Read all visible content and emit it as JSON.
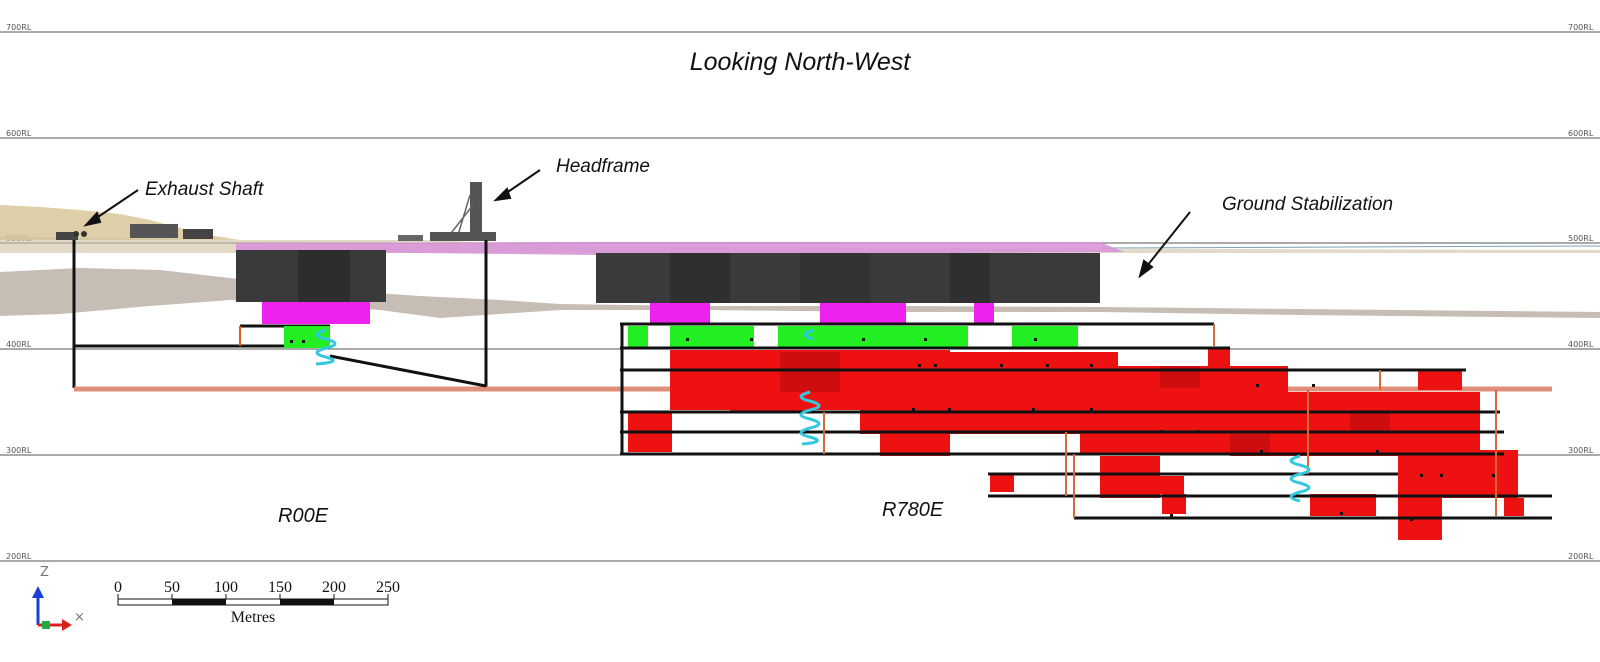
{
  "title": "Looking North-West",
  "rl_levels": [
    "700RL",
    "600RL",
    "500RL",
    "400RL",
    "300RL",
    "200RL"
  ],
  "callouts": {
    "exhaust_shaft": "Exhaust Shaft",
    "headframe": "Headframe",
    "ground_stabilization": "Ground Stabilization"
  },
  "sections": {
    "r00e": "R00E",
    "r780e": "R780E"
  },
  "scale_bar": {
    "ticks": [
      "0",
      "50",
      "100",
      "150",
      "200",
      "250"
    ],
    "unit": "Metres"
  },
  "axis_triad": {
    "z_label": "Z",
    "x_label": "×"
  },
  "colors": {
    "stopes_red": "#ee1111",
    "stopes_green": "#22ee22",
    "pillars_magenta": "#ee22ee",
    "ground_stabilization": "#d890d8",
    "crown_pillar_dark": "#3a3a3c",
    "ramp_cyan": "#33c8dd",
    "surface_tan": "#d9c79a",
    "decline_salmon": "#e0907a"
  }
}
